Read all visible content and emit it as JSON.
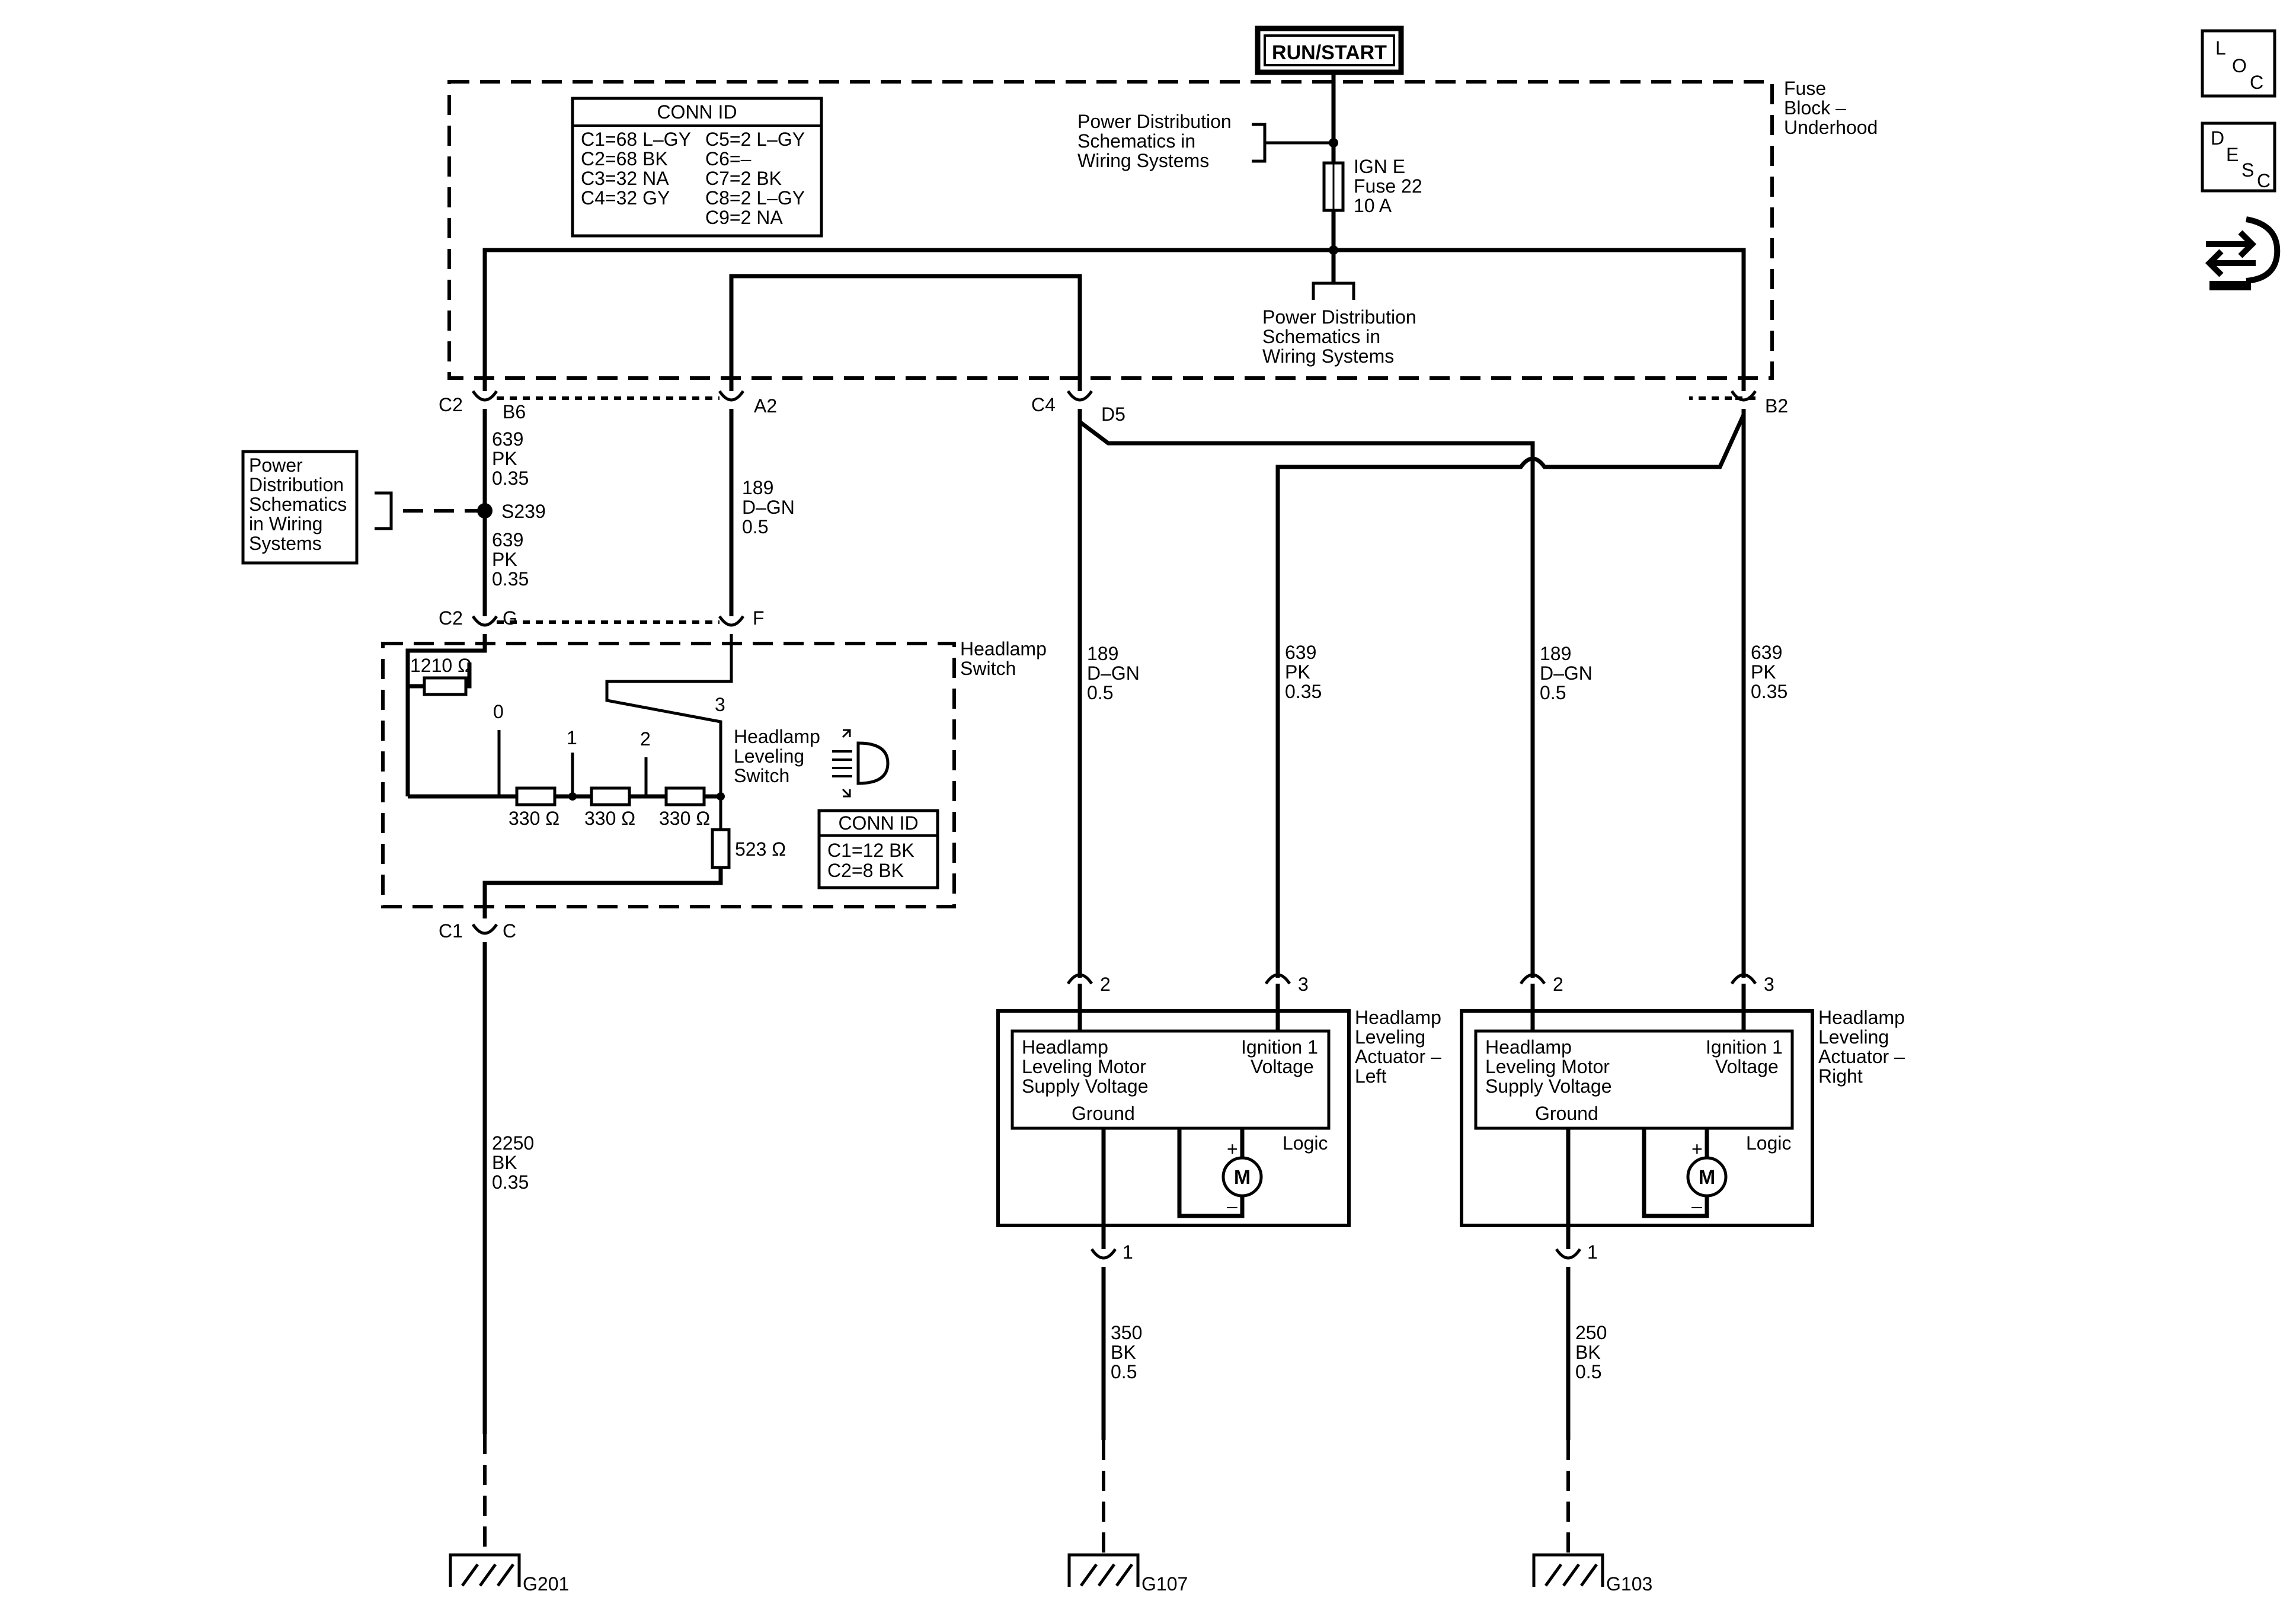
{
  "power_source": "RUN/START",
  "fuse_block": {
    "label": [
      "Fuse",
      "Block –",
      "Underhood"
    ],
    "fuse": [
      "IGN E",
      "Fuse 22",
      "10 A"
    ],
    "power_ref_top": [
      "Power Distribution",
      "Schematics in",
      "Wiring Systems"
    ],
    "power_ref_bottom": [
      "Power Distribution",
      "Schematics in",
      "Wiring Systems"
    ]
  },
  "conn_id_main": {
    "title": "CONN ID",
    "left": [
      "C1=68 L–GY",
      "C2=68 BK",
      "C3=32 NA",
      "C4=32 GY"
    ],
    "right": [
      "C5=2 L–GY",
      "C6=–",
      "C7=2 BK",
      "C8=2 L–GY",
      "C9=2 NA"
    ]
  },
  "connectors": {
    "c2_b6": {
      "conn": "C2",
      "pin": "B6"
    },
    "a2": "A2",
    "c4_d5": {
      "conn": "C4",
      "pin": "D5"
    },
    "b2": "B2",
    "c2_g": {
      "conn": "C2",
      "pin": "G"
    },
    "f": "F",
    "c1_c": {
      "conn": "C1",
      "pin": "C"
    }
  },
  "splice": {
    "id": "S239",
    "ref": [
      "Power",
      "Distribution",
      "Schematics",
      "in Wiring",
      "Systems"
    ]
  },
  "wires": {
    "w639a": [
      "639",
      "PK",
      "0.35"
    ],
    "w639b": [
      "639",
      "PK",
      "0.35"
    ],
    "w189a": [
      "189",
      "D–GN",
      "0.5"
    ],
    "w189b": [
      "189",
      "D–GN",
      "0.5"
    ],
    "w639c": [
      "639",
      "PK",
      "0.35"
    ],
    "w189c": [
      "189",
      "D–GN",
      "0.5"
    ],
    "w639d": [
      "639",
      "PK",
      "0.35"
    ],
    "w2250": [
      "2250",
      "BK",
      "0.35"
    ],
    "w350": [
      "350",
      "BK",
      "0.5"
    ],
    "w250": [
      "250",
      "BK",
      "0.5"
    ]
  },
  "headlamp_switch": {
    "label": [
      "Headlamp",
      "Switch"
    ],
    "leveling_label": [
      "Headlamp",
      "Leveling",
      "Switch"
    ],
    "pos": [
      "0",
      "1",
      "2",
      "3"
    ],
    "r1210": "1210 Ω",
    "r330": "330 Ω",
    "r523": "523 Ω",
    "conn_id": {
      "title": "CONN ID",
      "rows": [
        "C1=12 BK",
        "C2=8 BK"
      ]
    }
  },
  "actuator_left": {
    "label": [
      "Headlamp",
      "Leveling",
      "Actuator –",
      "Left"
    ],
    "pin2": "2",
    "pin3": "3",
    "pin1": "1",
    "motor_text": [
      "Headlamp",
      "Leveling Motor",
      "Supply Voltage"
    ],
    "ign_text": [
      "Ignition 1",
      "Voltage"
    ],
    "ground": "Ground",
    "logic": "Logic",
    "motor": "M"
  },
  "actuator_right": {
    "label": [
      "Headlamp",
      "Leveling",
      "Actuator –",
      "Right"
    ],
    "pin2": "2",
    "pin3": "3",
    "pin1": "1",
    "motor_text": [
      "Headlamp",
      "Leveling Motor",
      "Supply Voltage"
    ],
    "ign_text": [
      "Ignition 1",
      "Voltage"
    ],
    "ground": "Ground",
    "logic": "Logic",
    "motor": "M"
  },
  "grounds": [
    "G201",
    "G107",
    "G103"
  ],
  "side_icons": {
    "loc": [
      "L",
      "O",
      "C"
    ],
    "desc": [
      "D",
      "E",
      "S",
      "C"
    ]
  }
}
